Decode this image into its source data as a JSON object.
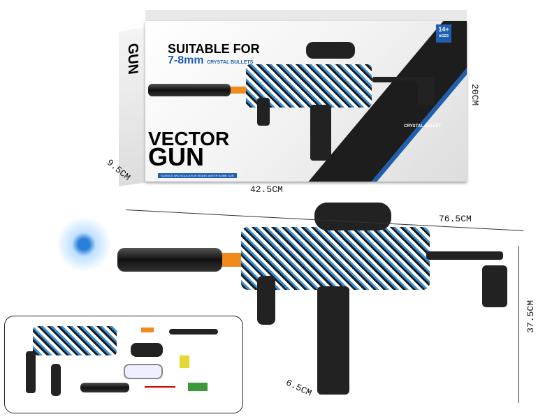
{
  "box": {
    "suitable": "SUITABLE FOR",
    "size": "7-8mm",
    "bullets": "CRYSTAL BULLETS",
    "title1": "VECTOR",
    "title2": "GUN",
    "subtitle": "SCIENCE AND EDUCATION MODEL WATER BOMB GUN",
    "age": "14+",
    "age_label": "AGES",
    "crystal": "CRYSTAL BULLET",
    "side_text": "GUN"
  },
  "dimensions": {
    "box_length": "42.5CM",
    "box_height": "20CM",
    "box_depth": "9.5CM",
    "gun_length": "76.5CM",
    "gun_height": "37.5CM",
    "gun_depth": "6.5CM"
  },
  "colors": {
    "accent": "#1e5fb0",
    "orange": "#f08a1c"
  }
}
